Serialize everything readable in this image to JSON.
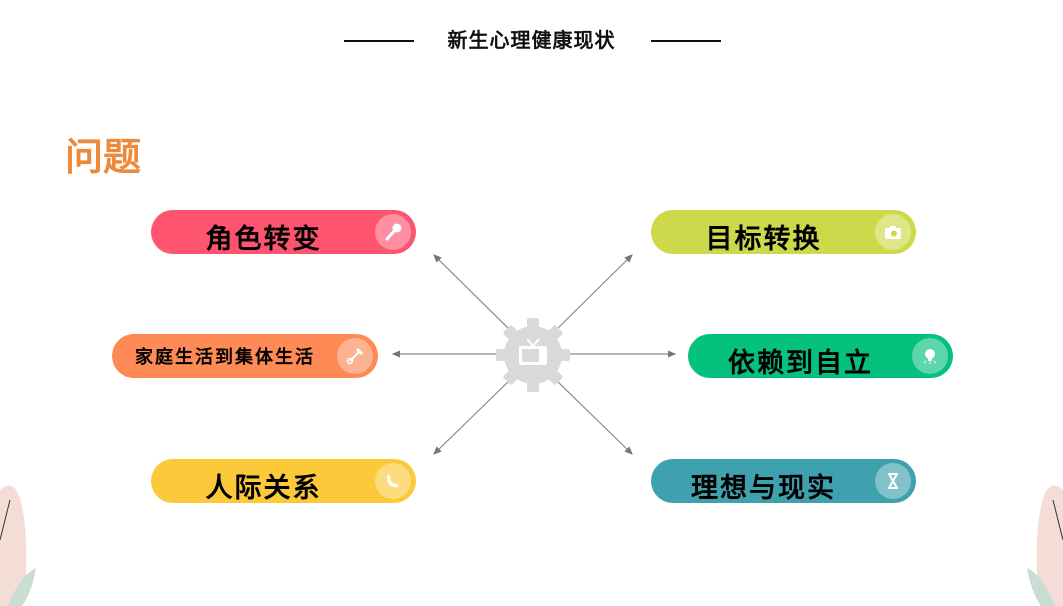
{
  "header": {
    "title": "新生心理健康现状"
  },
  "section_title": "问题",
  "center_icon": "gear-tv-icon",
  "items": [
    {
      "label": "角色转变",
      "color": "#fe5470",
      "icon": "microphone-icon"
    },
    {
      "label": "家庭生活到集体生活",
      "color": "#fe8a55",
      "icon": "wrench-icon"
    },
    {
      "label": "人际关系",
      "color": "#fbc93a",
      "icon": "phone-icon"
    },
    {
      "label": "目标转换",
      "color": "#cdd94a",
      "icon": "camera-icon"
    },
    {
      "label": "依赖到自立",
      "color": "#06c17e",
      "icon": "lightbulb-icon"
    },
    {
      "label": "理想与现实",
      "color": "#40a1ae",
      "icon": "hourglass-icon"
    }
  ]
}
